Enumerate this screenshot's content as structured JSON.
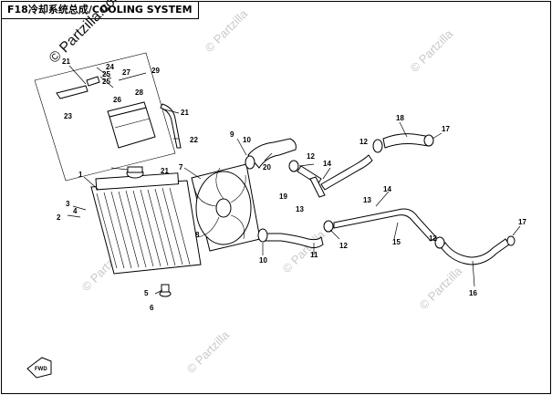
{
  "diagram": {
    "title": "F18冷却系统总成/COOLING SYSTEM",
    "watermark": "© Partzilla.com",
    "watermark_short": "© Partzilla",
    "front_indicator": "FWD",
    "callouts": [
      "1",
      "2",
      "3",
      "4",
      "5",
      "6",
      "7",
      "8",
      "9",
      "10",
      "11",
      "12",
      "13",
      "14",
      "15",
      "16",
      "17",
      "18",
      "19",
      "20",
      "21",
      "22",
      "23",
      "24",
      "25",
      "26",
      "27",
      "28",
      "29"
    ]
  }
}
